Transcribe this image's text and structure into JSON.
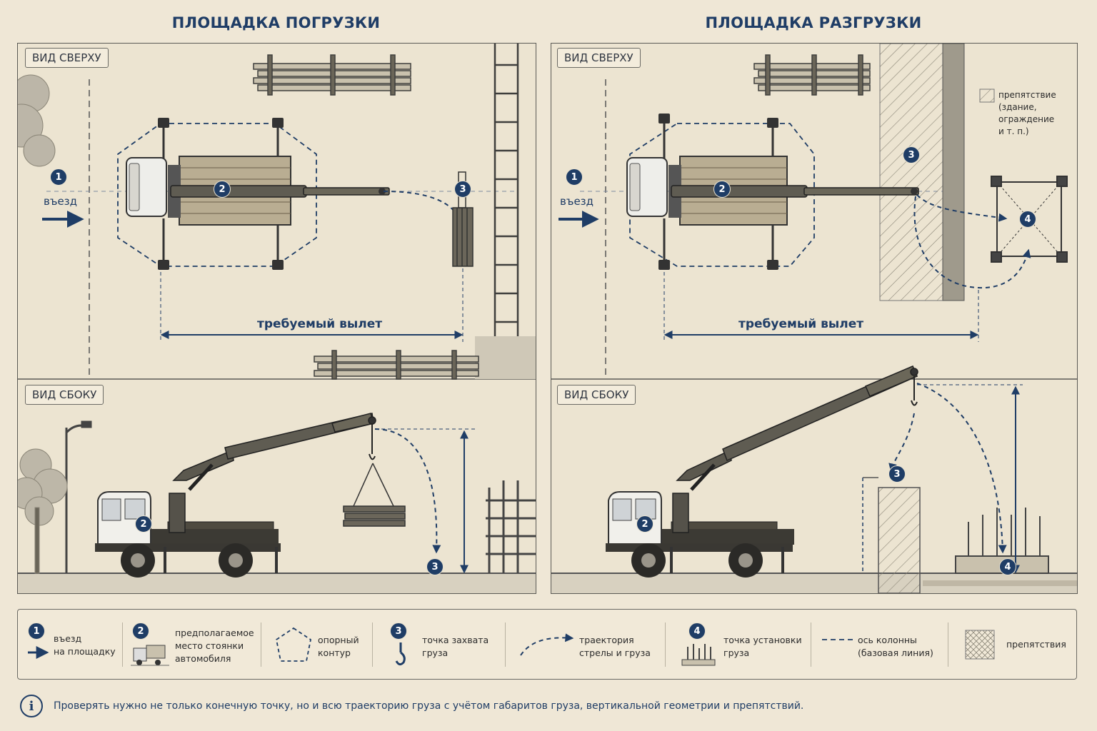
{
  "titles": {
    "loading": "ПЛОЩАДКА ПОГРУЗКИ",
    "unloading": "ПЛОЩАДКА РАЗГРУЗКИ"
  },
  "views": {
    "top": "ВИД СВЕРХУ",
    "side": "ВИД СБОКУ"
  },
  "labels": {
    "entry": "въезд",
    "required_reach": "требуемый вылет",
    "obstacle_note": [
      "препятствие",
      "(здание,",
      "ограждение",
      "и т. п.)"
    ]
  },
  "markers": {
    "m1": "1",
    "m2": "2",
    "m3": "3",
    "m4": "4"
  },
  "legend": {
    "entry": [
      "въезд",
      "на площадку"
    ],
    "parking": [
      "предполагаемое",
      "место стоянки",
      "автомобиля"
    ],
    "support": [
      "опорный",
      "контур"
    ],
    "grip": [
      "точка захвата",
      "груза"
    ],
    "trajectory": [
      "траектория",
      "стрелы и груза"
    ],
    "setpoint": [
      "точка установки",
      "груза"
    ],
    "axis": [
      "ось колонны",
      "(базовая линия)"
    ],
    "obstacle": [
      "препятствия"
    ]
  },
  "footnote": "Проверять нужно не только конечную точку, но и всю траекторию груза с учётом габаритов груза, вертикальной геометрии и препятствий.",
  "colors": {
    "accent": "#1f3d66",
    "ink": "#3a3a38",
    "paper": "#ece4d1"
  },
  "icons": [
    "info-icon",
    "arrow-right-icon",
    "hook-icon",
    "truck-icon"
  ]
}
